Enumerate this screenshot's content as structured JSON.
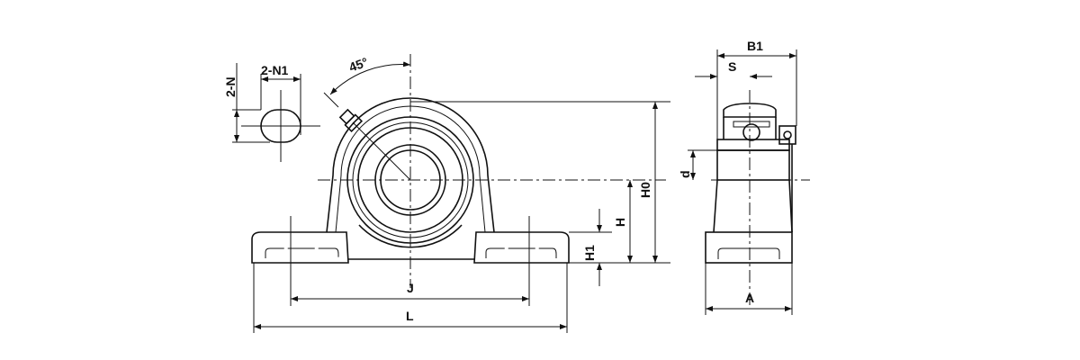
{
  "drawing": {
    "front_view": {
      "slot_labels": {
        "width": "2-N1",
        "height": "2-N"
      },
      "angle_label": "45°",
      "dimensions": {
        "total_height": "H0",
        "center_height": "H",
        "base_height": "H1",
        "bolt_spacing": "J",
        "length": "L"
      }
    },
    "side_view": {
      "dimensions": {
        "width": "B1",
        "offset": "S",
        "bore": "d",
        "base_width": "A"
      }
    }
  }
}
